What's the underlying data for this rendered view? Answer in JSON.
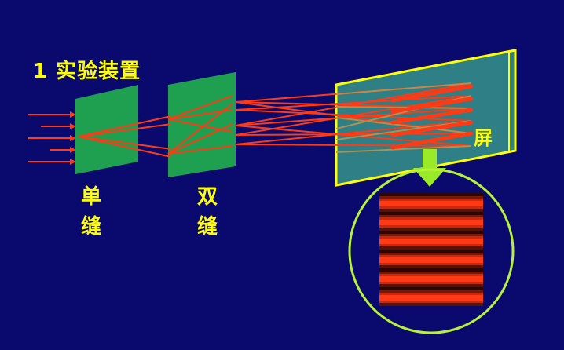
{
  "title": "1 实验装置",
  "labels": {
    "single_slit": [
      "单",
      "缝"
    ],
    "double_slit": [
      "双",
      "缝"
    ],
    "screen": "屏"
  },
  "colors": {
    "background": "#0a0a6e",
    "text": "#ffff00",
    "slit_plate": "#1ea050",
    "light_ray": "#ff3a14",
    "screen_fill": "#2e7f86",
    "screen_border": "#ffff00",
    "arrow": "#9aea2a",
    "magnifier_ring": "#b8f03a"
  }
}
